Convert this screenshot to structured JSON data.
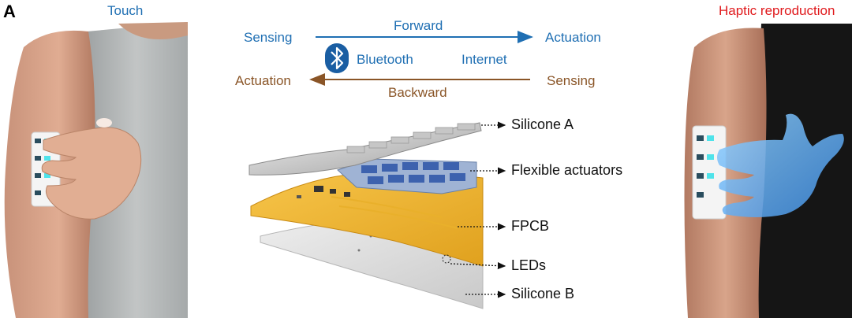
{
  "panel": {
    "letter": "A"
  },
  "left_panel": {
    "title": "Touch"
  },
  "right_panel": {
    "title": "Haptic reproduction"
  },
  "flow": {
    "forward": {
      "from": "Sensing",
      "label": "Forward",
      "to": "Actuation"
    },
    "backward": {
      "from": "Sensing",
      "label": "Backward",
      "to": "Actuation"
    },
    "bluetooth_label": "Bluetooth",
    "internet_label": "Internet",
    "colors": {
      "forward": "#1f6fb3",
      "backward": "#8a5527",
      "title_right": "#e0191c"
    }
  },
  "layers": [
    {
      "key": "silicone_a",
      "label": "Silicone A"
    },
    {
      "key": "actuators",
      "label": "Flexible actuators"
    },
    {
      "key": "fpcb",
      "label": "FPCB"
    },
    {
      "key": "leds",
      "label": "LEDs"
    },
    {
      "key": "silicone_b",
      "label": "Silicone B"
    }
  ],
  "icons": {
    "bluetooth": "bluetooth-icon"
  }
}
